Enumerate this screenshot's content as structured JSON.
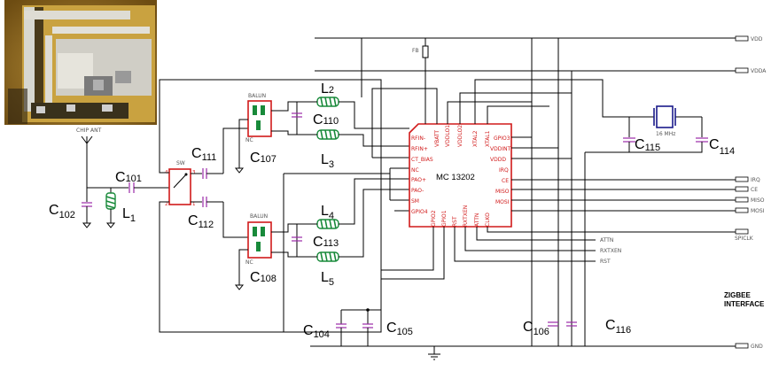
{
  "labels": {
    "chip_ant": "CHIP ANT",
    "sw": "SW",
    "balun_top": "BALUN",
    "balun_bot": "BALUN",
    "nc_top": "NC",
    "nc_bot": "NC",
    "fb": "FB",
    "xtal_freq": "16 MHz",
    "ic_name": "MC 13202",
    "zigbee": "ZIGBEE",
    "interface": "INTERFACE"
  },
  "components": {
    "c101": {
      "base": "C",
      "sub": "101"
    },
    "c102": {
      "base": "C",
      "sub": "102"
    },
    "l1": {
      "base": "L",
      "sub": "1"
    },
    "c111": {
      "base": "C",
      "sub": "111"
    },
    "c112": {
      "base": "C",
      "sub": "112"
    },
    "c107": {
      "base": "C",
      "sub": "107"
    },
    "c108": {
      "base": "C",
      "sub": "108"
    },
    "l2": {
      "base": "L",
      "sub": "2"
    },
    "l3": {
      "base": "L",
      "sub": "3"
    },
    "l4": {
      "base": "L",
      "sub": "4"
    },
    "l5": {
      "base": "L",
      "sub": "5"
    },
    "c110": {
      "base": "C",
      "sub": "110"
    },
    "c113": {
      "base": "C",
      "sub": "113"
    },
    "c104": {
      "base": "C",
      "sub": "104"
    },
    "c105": {
      "base": "C",
      "sub": "105"
    },
    "c106": {
      "base": "C",
      "sub": "106"
    },
    "c115": {
      "base": "C",
      "sub": "115"
    },
    "c114": {
      "base": "C",
      "sub": "114"
    },
    "c116": {
      "base": "C",
      "sub": "116"
    }
  },
  "nets": {
    "vdd": "VDD",
    "vdda": "VDDA",
    "irq": "IRQ",
    "ce": "CE",
    "miso": "MISO",
    "mosi": "MOSI",
    "spiclk": "SPICLK",
    "gnd": "GND",
    "attn": "ATTN",
    "rxtxen": "RXTXEN",
    "rst": "RST"
  },
  "ic_pins": {
    "left": [
      "RFIN-",
      "RFIN+",
      "CT_BIAS",
      "NC",
      "PAO+",
      "PAO-",
      "SM",
      "GPIO4"
    ],
    "top": [
      "VBATT",
      "VDDLO1",
      "VDDLO2",
      "XTAL2",
      "XTAL1"
    ],
    "bottom": [
      "GPIO2",
      "GPIO1",
      "RST",
      "RXTXEN",
      "ATTN",
      "CLKO"
    ],
    "right": [
      "GPIO3",
      "VDDINT",
      "VDDD",
      "IRQ",
      "CE",
      "MISO",
      "MOSI"
    ]
  }
}
